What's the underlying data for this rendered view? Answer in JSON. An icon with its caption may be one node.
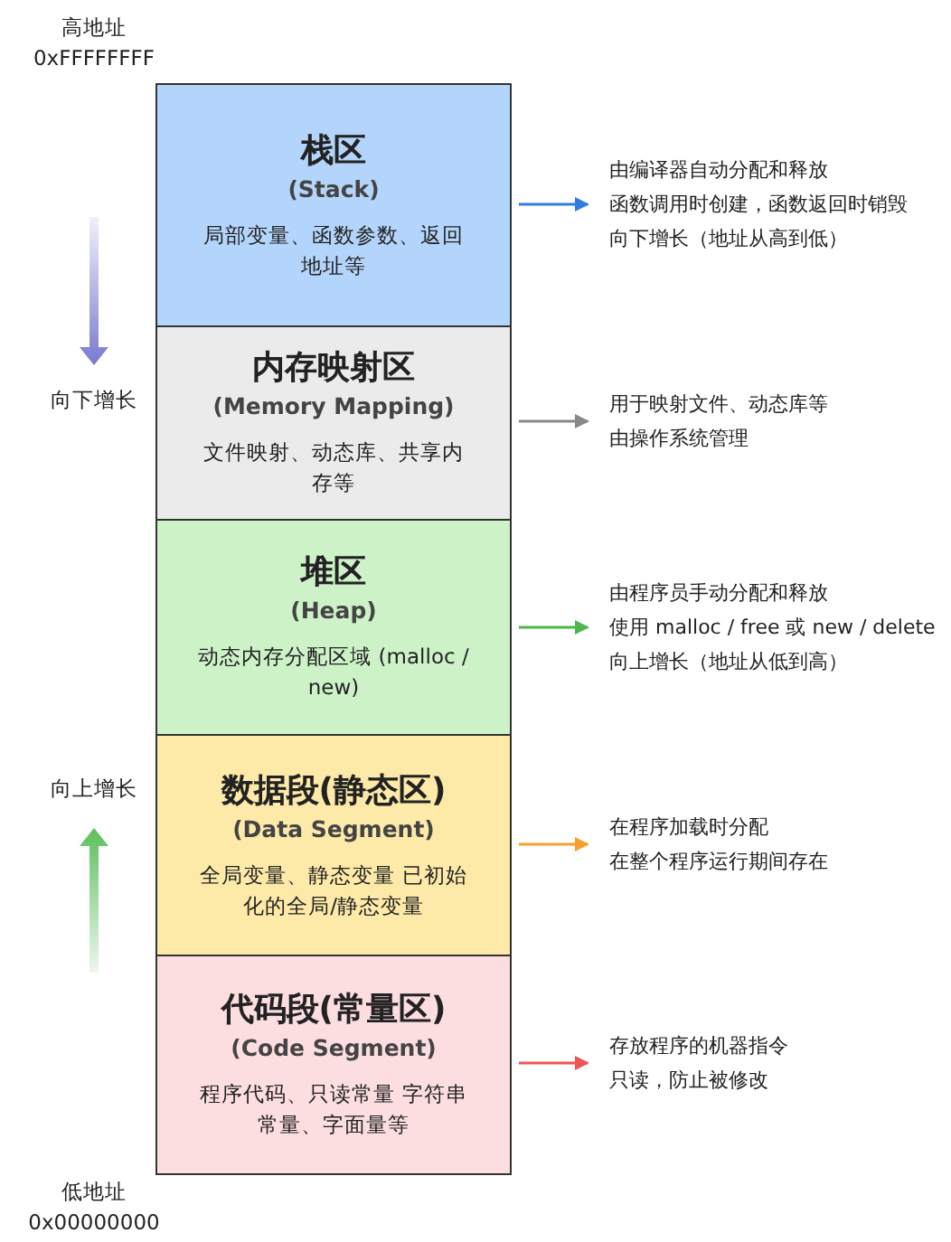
{
  "diagram": {
    "nodes": [
      {
        "text": [
          "栈区",
          "(Stack)",
          "局部变量、函数参数、返回地址等"
        ]
      },
      {
        "text": [
          "内存映射区",
          "(Memory Mapping)",
          "文件映射、动态库、共享内存等"
        ]
      },
      {
        "text": [
          "堆区",
          "(Heap)",
          "动态内存分配区域 (malloc / new)"
        ]
      },
      {
        "text": [
          "数据段(静态区)",
          "(Data Segment)",
          "全局变量、静态变量 已初始化的全局/静态变量"
        ]
      },
      {
        "text": [
          "代码段(常量区)",
          "(Code Segment)",
          "程序代码、只读常量 字符串常量、字面量等"
        ]
      },
      {
        "text": [
          "由编译器自动分配和释放",
          "函数调用时创建，函数返回时销毁",
          "向下增长（地址从高到低）"
        ]
      },
      {
        "text": [
          "用于映射文件、动态库等",
          "由操作系统管理"
        ]
      },
      {
        "text": [
          "由程序员手动分配和释放",
          "使用 malloc / free 或 new / delete",
          "向上增长（地址从低到高）"
        ]
      },
      {
        "text": [
          "在程序加载时分配",
          "在整个程序运行期间存在"
        ]
      },
      {
        "text": [
          "存放程序的机器指令",
          "只读，防止被修改"
        ]
      }
    ],
    "edges": [
      {
        "from": 0,
        "to": 5,
        "arrow": "to",
        "color": "#2f7de1"
      },
      {
        "from": 1,
        "to": 6,
        "arrow": "to",
        "color": "#888888"
      },
      {
        "from": 2,
        "to": 7,
        "arrow": "to",
        "color": "#4cb84c"
      },
      {
        "from": 3,
        "to": 8,
        "arrow": "to",
        "color": "#f5a030"
      },
      {
        "from": 4,
        "to": 9,
        "arrow": "to",
        "color": "#ee5555"
      }
    ],
    "labels": [
      "高地址",
      "0xFFFFFFFF",
      "向下增长",
      "向上增长",
      "低地址",
      "0x00000000"
    ]
  }
}
